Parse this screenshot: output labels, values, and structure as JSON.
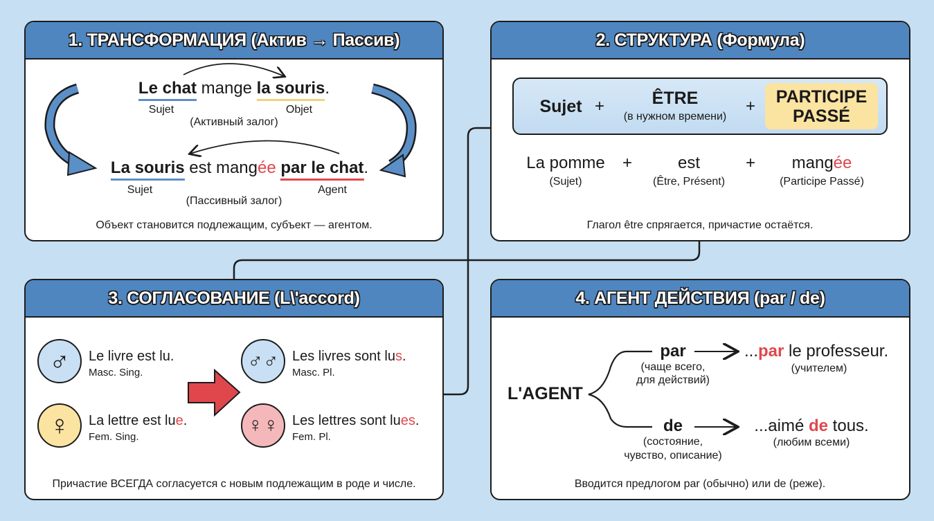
{
  "panel1": {
    "title": "1. ТРАНСФОРМАЦИЯ (Актив → Пассив)",
    "active": {
      "subject": "Le chat",
      "verb": " mange ",
      "object": "la souris",
      "end": "."
    },
    "active_labels": {
      "subject": "Sujet",
      "object": "Objet",
      "voice": "(Активный залог)"
    },
    "passive": {
      "subject": "La souris",
      "verb_a": " est mang",
      "ending": "ée",
      "space": " ",
      "agent": "par le chat",
      "end": "."
    },
    "passive_labels": {
      "subject": "Sujet",
      "agent": "Agent",
      "voice": "(Пассивный залог)"
    },
    "footer": "Объект становится подлежащим, субъект — агентом."
  },
  "panel2": {
    "title": "2. СТРУКТУРА (Формула)",
    "formula": {
      "subject": "Sujet",
      "plus": "+",
      "etre": "ÊTRE",
      "etre_note": "(в нужном времени)",
      "pp_line1": "PARTICIPE",
      "pp_line2": "PASSÉ"
    },
    "example": {
      "subject": "La pomme",
      "subject_note": "(Sujet)",
      "verb": "est",
      "verb_note": "(Être, Présent)",
      "participle_stem": "mang",
      "participle_ending": "ée",
      "participle_note": "(Participe Passé)"
    },
    "footer": "Глагол être спрягается, причастие остаётся."
  },
  "panel3": {
    "title": "3. СОГЛАСОВАНИЕ (L\\'accord)",
    "items": [
      {
        "symbol": "♂",
        "text": "Le livre est lu.",
        "ending": "",
        "end": "",
        "note": "Masc. Sing.",
        "color": "#c9e0f4"
      },
      {
        "symbol": "♀",
        "text": "La lettre est lu",
        "ending": "e",
        "end": ".",
        "note": "Fem. Sing.",
        "color": "#fbe3a1"
      },
      {
        "symbol": "♂♂",
        "text": "Les livres sont lu",
        "ending": "s",
        "end": ".",
        "note": "Masc. Pl.",
        "color": "#c9e0f4"
      },
      {
        "symbol": "♀♀",
        "text": "Les lettres sont lu",
        "ending": "es",
        "end": ".",
        "note": "Fem. Pl.",
        "color": "#f4b8bb"
      }
    ],
    "footer": "Причастие ВСЕГДА согласуется с новым подлежащим в роде и числе."
  },
  "panel4": {
    "title": "4. АГЕНТ ДЕЙСТВИЯ (par / de)",
    "root": "L'AGENT",
    "par": {
      "prep": "par",
      "note1": "(чаще всего,",
      "note2": "для действий)",
      "ex_pre": "...",
      "ex_prep": "par",
      "ex_post": " le professeur.",
      "translation": "(учителем)"
    },
    "de": {
      "prep": "de",
      "note1": "(состояние,",
      "note2": "чувство, описание)",
      "ex_pre": "...aimé ",
      "ex_prep": "de",
      "ex_post": " tous.",
      "translation": "(любим всеми)"
    },
    "footer": "Вводится предлогом par (обычно) или de (реже)."
  }
}
